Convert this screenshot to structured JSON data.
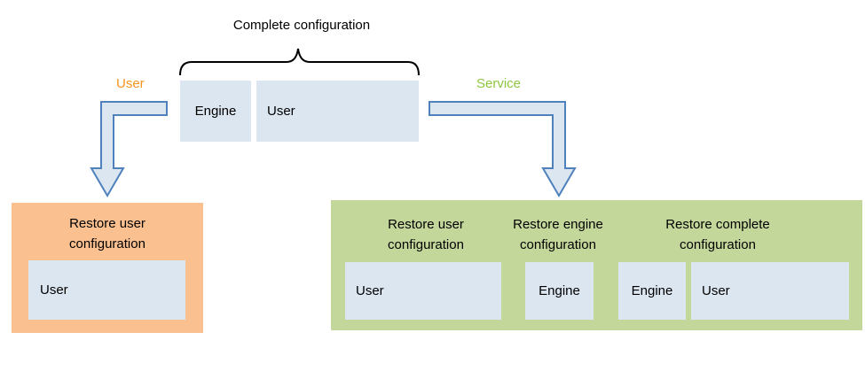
{
  "top": {
    "title": "Complete configuration",
    "blocks": {
      "engine": "Engine",
      "user": "User"
    }
  },
  "arrows": {
    "user_label": "User",
    "service_label": "Service"
  },
  "user_panel": {
    "title": [
      "Restore user",
      "configuration"
    ],
    "block": "User"
  },
  "service_panel": {
    "sections": [
      {
        "title": [
          "Restore user",
          "configuration"
        ],
        "blocks": [
          "User"
        ]
      },
      {
        "title": [
          "Restore engine",
          "configuration"
        ],
        "blocks": [
          "Engine"
        ]
      },
      {
        "title": [
          "Restore complete",
          "configuration"
        ],
        "blocks": [
          "Engine",
          "User"
        ]
      }
    ]
  },
  "colors": {
    "block_fill": "#dce6f1",
    "user_orange": "#f7941d",
    "user_panel_fill": "#fac090",
    "service_green": "#8dc63f",
    "service_panel_fill": "#c4d79b",
    "arrow_fill": "#dce6f1",
    "arrow_stroke": "#4f81bd"
  }
}
